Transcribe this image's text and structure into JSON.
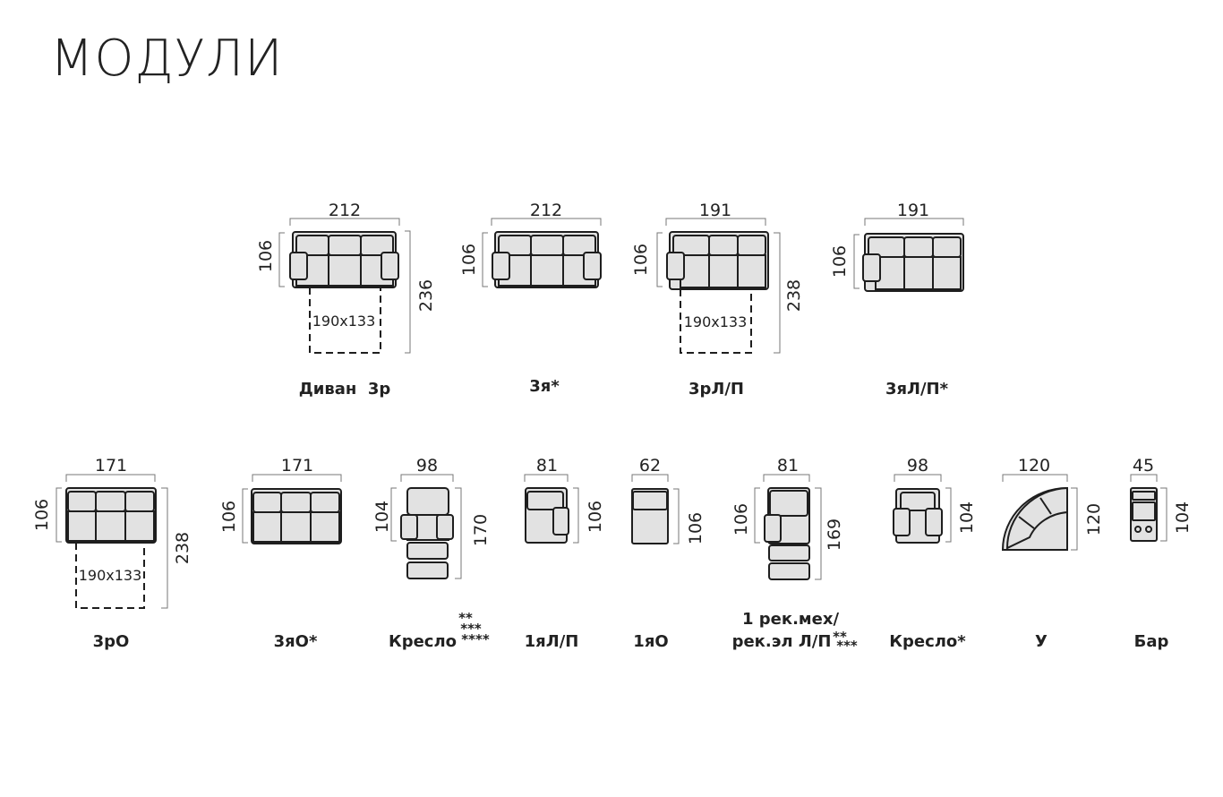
{
  "title": "МОДУЛИ",
  "modules": [
    {
      "label": "Диван  3р",
      "width": "212",
      "depth": "106",
      "extended": "236",
      "bed": "190x133"
    },
    {
      "label": "3я*",
      "width": "212",
      "depth": "106"
    },
    {
      "label": "3рЛ/П",
      "width": "191",
      "depth": "106",
      "extended": "238",
      "bed": "190x133"
    },
    {
      "label": "3яЛ/П*",
      "width": "191",
      "depth": "106"
    },
    {
      "label": "3рО",
      "width": "171",
      "depth": "106",
      "extended": "238",
      "bed": "190x133"
    },
    {
      "label": "3яО*",
      "width": "171",
      "depth": "106"
    },
    {
      "label": "Кресло",
      "width": "98",
      "depth": "104",
      "extended": "170",
      "asterisks": [
        "**",
        "***",
        "****"
      ]
    },
    {
      "label": "1яЛ/П",
      "width": "81",
      "depth": "106"
    },
    {
      "label": "1яО",
      "width": "62",
      "depth": "106"
    },
    {
      "label_line1": "1 рек.мех/",
      "label_line2": "рек.эл Л/П",
      "width": "81",
      "depth": "106",
      "extended": "169",
      "asterisks": [
        "**",
        "***"
      ]
    },
    {
      "label": "Кресло*",
      "width": "98",
      "depth": "104"
    },
    {
      "label": "У",
      "width": "120",
      "depth": "120"
    },
    {
      "label": "Бар",
      "width": "45",
      "depth": "104"
    }
  ]
}
